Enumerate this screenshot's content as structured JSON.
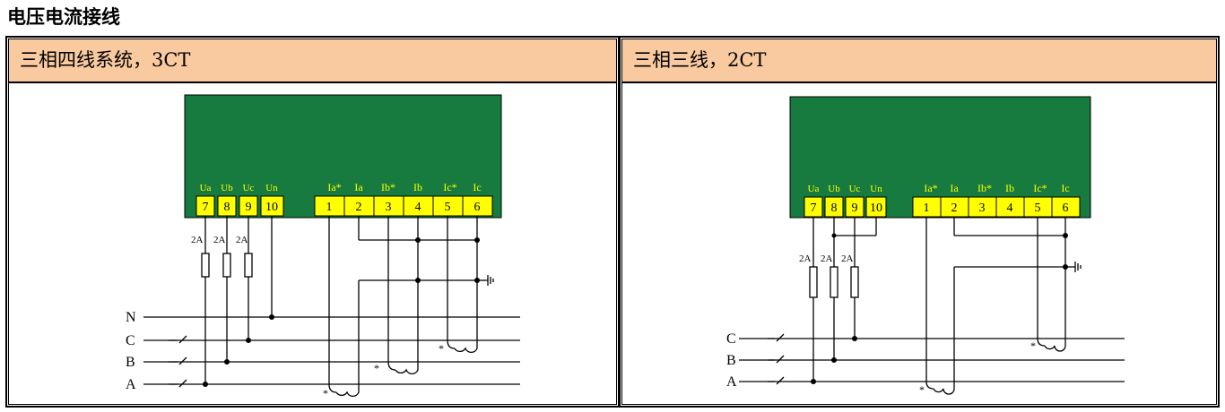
{
  "page": {
    "title": "电压电流接线"
  },
  "panels": [
    {
      "title": "三相四线系统，3CT",
      "voltage_terminals": [
        {
          "num": "7",
          "label": "Ua"
        },
        {
          "num": "8",
          "label": "Ub"
        },
        {
          "num": "9",
          "label": "Uc"
        },
        {
          "num": "10",
          "label": "Un"
        }
      ],
      "current_terminals": [
        {
          "num": "1",
          "label": "Ia*"
        },
        {
          "num": "2",
          "label": "Ia"
        },
        {
          "num": "3",
          "label": "Ib*"
        },
        {
          "num": "4",
          "label": "Ib"
        },
        {
          "num": "5",
          "label": "Ic*"
        },
        {
          "num": "6",
          "label": "Ic"
        }
      ],
      "fuse_label": "2A",
      "lines": [
        "N",
        "C",
        "B",
        "A"
      ],
      "polarity_mark": "*"
    },
    {
      "title": "三相三线，2CT",
      "voltage_terminals": [
        {
          "num": "7",
          "label": "Ua"
        },
        {
          "num": "8",
          "label": "Ub"
        },
        {
          "num": "9",
          "label": "Uc"
        },
        {
          "num": "10",
          "label": "Un"
        }
      ],
      "current_terminals": [
        {
          "num": "1",
          "label": "Ia*"
        },
        {
          "num": "2",
          "label": "Ia"
        },
        {
          "num": "3",
          "label": "Ib*"
        },
        {
          "num": "4",
          "label": "Ib"
        },
        {
          "num": "5",
          "label": "Ic*"
        },
        {
          "num": "6",
          "label": "Ic"
        }
      ],
      "fuse_label": "2A",
      "lines": [
        "C",
        "B",
        "A"
      ],
      "polarity_mark": "*"
    }
  ],
  "colors": {
    "header_bg": "#f9caa0",
    "meter_body": "#177a3e",
    "terminal_fill": "#ffff00",
    "wire": "#000000"
  }
}
